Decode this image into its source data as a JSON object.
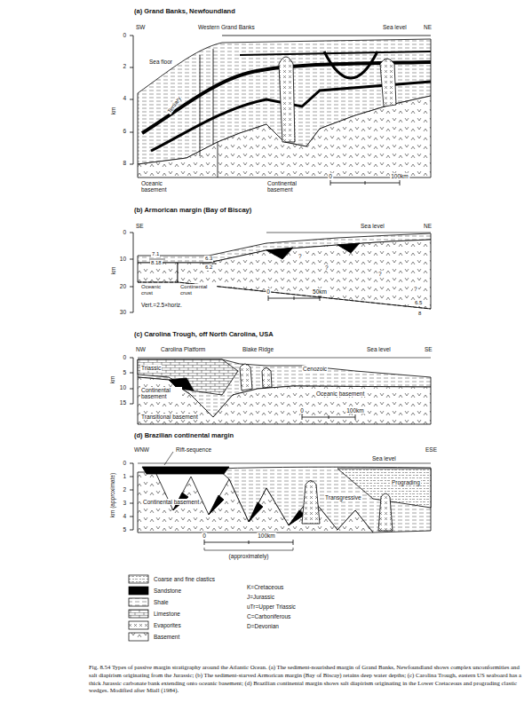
{
  "diagram": {
    "caption": "Fig. 8.54 Types of passive margin stratigraphy around the Atlantic Ocean. (a) The sediment-nourished margin of Grand Banks, Newfoundland shows complex unconformities and salt diapirism originating from the Jurassic; (b) The sediment-starved Armorican margin (Bay of Biscay) retains deep water depths; (c) Carolina Trough, eastern US seaboard has a thick Jurassic carbonate bank extending onto oceanic basement; (d) Brazilian continental margin shows salt diapirism originating in the Lower Cretaceous and prograding clastic wedges. Modified after Miall (1984).",
    "labels": [
      "(a) Grand Banks, Newfoundland",
      "SW",
      "Western Grand Banks",
      "Sea level",
      "NE",
      "0",
      "2",
      "4",
      "6",
      "8",
      "km",
      "Sea floor",
      "Tertiary",
      "Oceanic basement",
      "Continental basement",
      "0",
      "100km",
      "(b) Armorican margin (Bay of Biscay)",
      "SE",
      "Sea level",
      "NE",
      "0",
      "10",
      "20",
      "30",
      "km",
      "7.1",
      "8.18",
      "6.3",
      "6.2",
      "Oceanic crust",
      "Continental crust",
      "Vert.=2.5×horiz.",
      "0",
      "50km",
      "6.5",
      "8",
      "?",
      "?",
      "?",
      "?",
      "(c) Carolina Trough, off North Carolina, USA",
      "NW",
      "Carolina Platform",
      "Blake Ridge",
      "Sea level",
      "SE",
      "0",
      "5",
      "10",
      "15",
      "km",
      "Triassic",
      "Cenozoic",
      "Continental basement",
      "Oceanic basement",
      "Transitional basement",
      "0",
      "100km",
      "(d) Brazilian continental margin",
      "WNW",
      "Rift-sequence",
      "ESE",
      "Sea level",
      "0",
      "1",
      "2",
      "3",
      "4",
      "5",
      "km (approximate)",
      "Continental basement",
      "Transgressive",
      "Prograding",
      "0",
      "100km",
      "(approximately)",
      "K=Cretaceous",
      "J=Jurassic",
      "uTr=Upper Triassic",
      "C=Carboniferous",
      "D=Devonian"
    ],
    "legend": [
      {
        "text": "Coarse and fine clastics"
      },
      {
        "text": "Sandstone"
      },
      {
        "text": "Shale"
      },
      {
        "text": "Limestone"
      },
      {
        "text": "Evaporites"
      },
      {
        "text": "Basement"
      }
    ]
  }
}
